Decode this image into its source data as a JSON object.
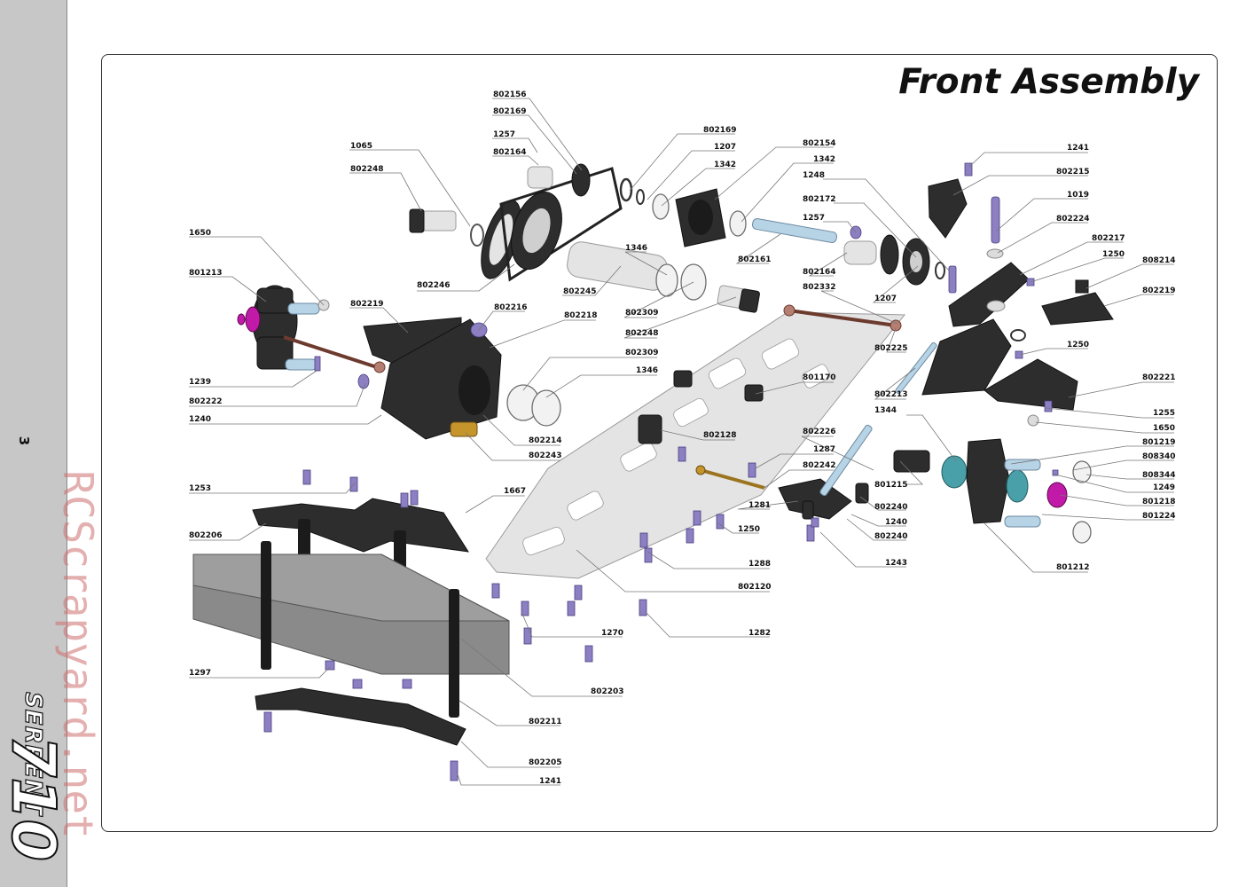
{
  "page": {
    "number": "3",
    "brand": "SERPENT",
    "model": "710",
    "watermark": "RCScrapyard.net",
    "title": "Front Assembly"
  },
  "parts": [
    "802156",
    "802169",
    "1257",
    "802164",
    "802169",
    "1207",
    "1342",
    "802154",
    "1342",
    "1248",
    "802172",
    "1257",
    "1065",
    "802248",
    "1650",
    "801213",
    "802246",
    "1346",
    "802245",
    "802161",
    "802164",
    "1207",
    "802332",
    "802219",
    "802216",
    "802218",
    "802309",
    "802248",
    "802309",
    "1346",
    "1239",
    "802222",
    "1240",
    "802214",
    "802243",
    "801170",
    "802128",
    "802226",
    "1287",
    "802242",
    "1253",
    "1667",
    "802206",
    "1281",
    "1250",
    "1288",
    "802120",
    "1270",
    "1282",
    "1297",
    "802203",
    "802211",
    "802205",
    "1241",
    "1241",
    "802215",
    "1019",
    "802224",
    "802217",
    "1250",
    "808214",
    "802219",
    "802225",
    "1250",
    "802213",
    "802221",
    "1255",
    "1650",
    "1344",
    "801219",
    "808340",
    "808344",
    "1249",
    "801218",
    "801224",
    "801215",
    "802240",
    "1240",
    "802240",
    "1243",
    "801212"
  ]
}
